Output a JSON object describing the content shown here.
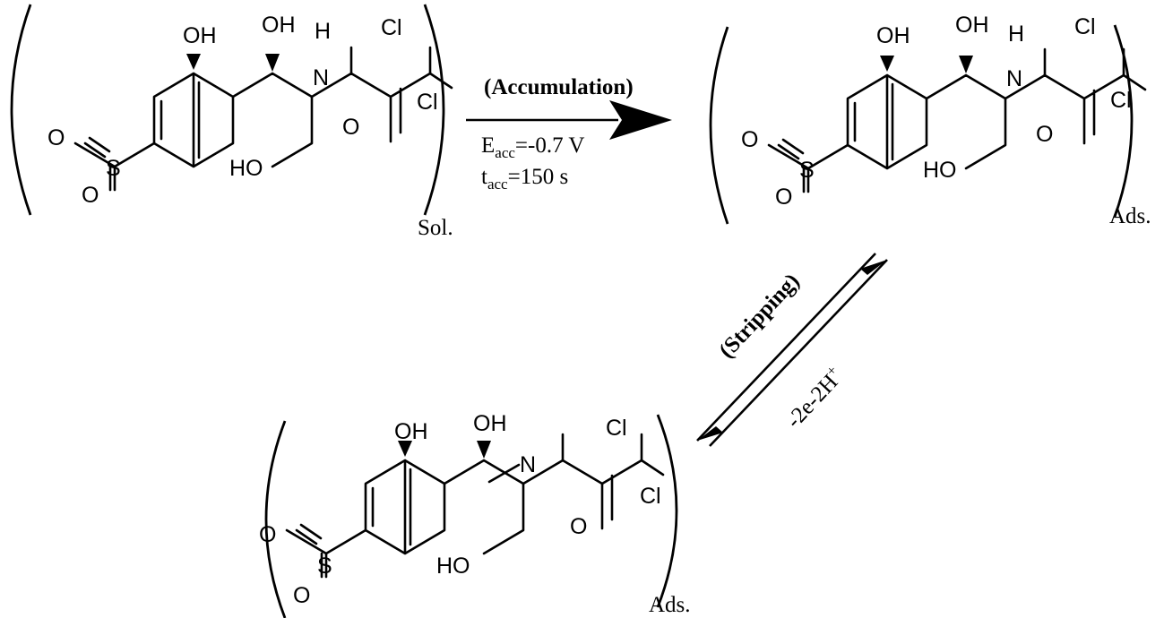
{
  "diagram": {
    "molecules": [
      {
        "atoms": {
          "oh_phenol": "OH",
          "oh_alcohol": "OH",
          "nh_n": "N",
          "nh_h": "H",
          "cl1": "Cl",
          "cl2": "Cl",
          "o_carbonyl": "O",
          "ho": "HO",
          "o_sulf_1": "O",
          "s": "S",
          "o_sulf_2": "O"
        },
        "phase": "Sol."
      },
      {
        "atoms": {
          "oh_phenol": "OH",
          "oh_alcohol": "OH",
          "nh_n": "N",
          "nh_h": "H",
          "cl1": "Cl",
          "cl2": "Cl",
          "o_carbonyl": "O",
          "ho": "HO",
          "o_sulf_1": "O",
          "s": "S",
          "o_sulf_2": "O"
        },
        "phase": "Ads."
      },
      {
        "atoms": {
          "oh_phenol": "OH",
          "oh_alcohol": "OH",
          "n_imine": "N",
          "cl1": "Cl",
          "cl2": "Cl",
          "o_carbonyl": "O",
          "ho": "HO",
          "o_sulf_1": "O",
          "s": "S",
          "o_sulf_2": "O"
        },
        "phase": "Ads."
      }
    ],
    "accumulation": {
      "label": "(Accumulation)",
      "e_main": "E",
      "e_sub": "acc",
      "e_value": "=-0.7 V",
      "t_main": "t",
      "t_sub": "acc",
      "t_value": "=150 s"
    },
    "stripping": {
      "label": "(Stripping)",
      "electrons": "-2e-2H",
      "electrons_sup": "+"
    }
  }
}
